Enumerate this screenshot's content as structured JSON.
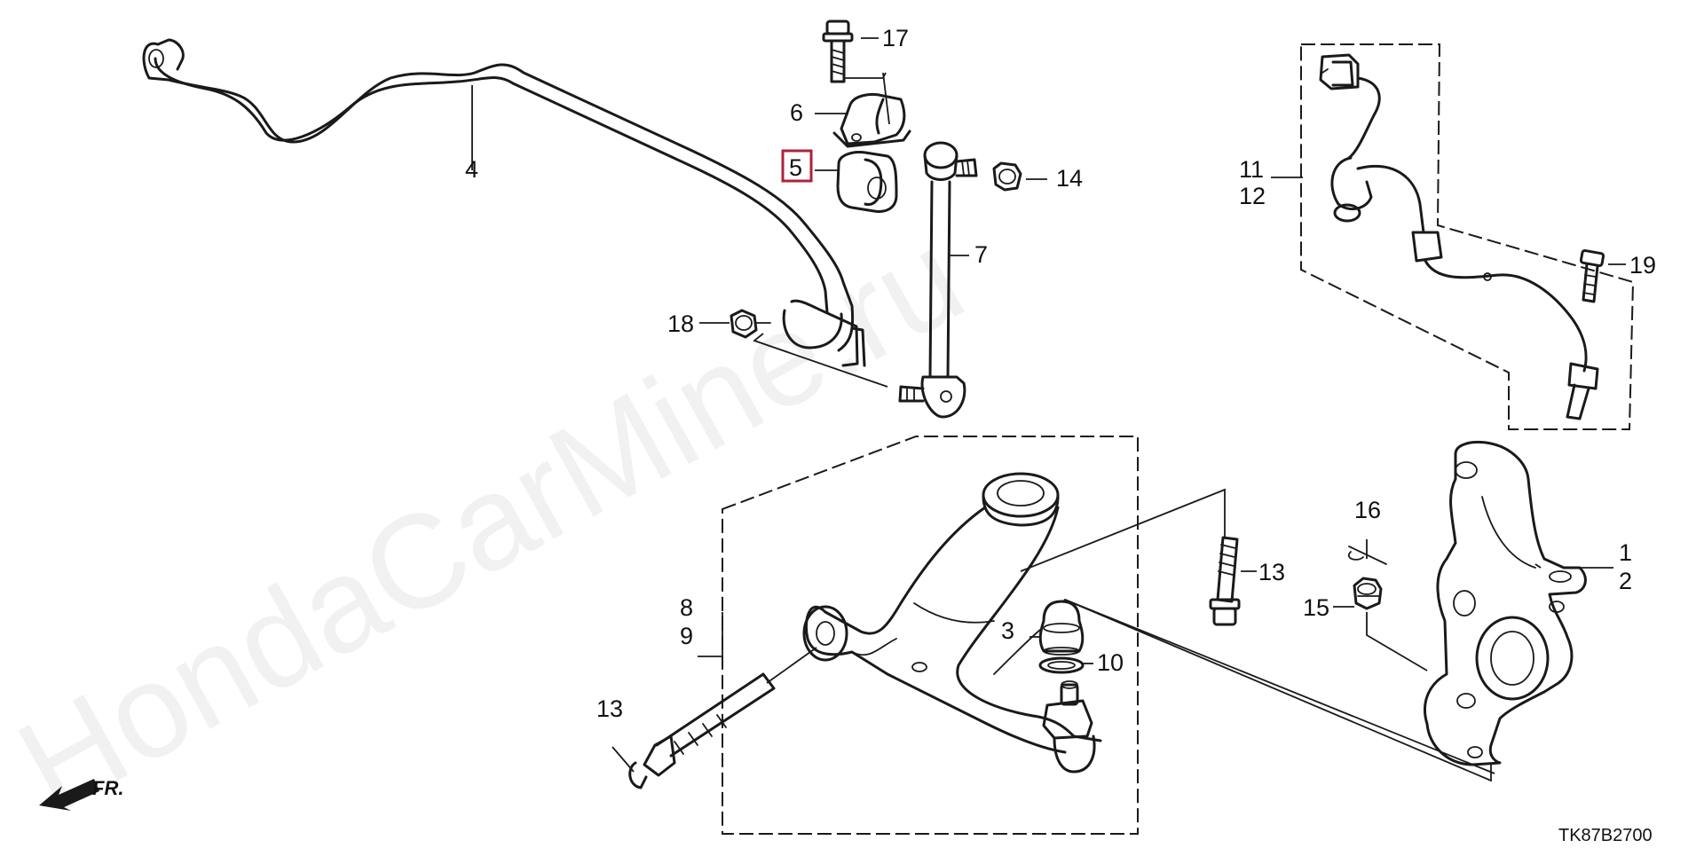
{
  "watermark": "HondaCarMine.ru",
  "diagram_code": "TK87B2700",
  "front_label": "FR.",
  "highlight_color": "#b0223a",
  "callouts": {
    "c1": "1",
    "c2": "2",
    "c3": "3",
    "c4": "4",
    "c5": "5",
    "c6": "6",
    "c7": "7",
    "c8": "8",
    "c9": "9",
    "c10": "10",
    "c11": "11",
    "c12": "12",
    "c13a": "13",
    "c13b": "13",
    "c14": "14",
    "c15": "15",
    "c16": "16",
    "c17": "17",
    "c18": "18",
    "c19": "19"
  },
  "icons": {
    "stabilizer": "stabilizer-bar-icon",
    "link": "stabilizer-link-icon",
    "arm": "lower-arm-icon",
    "knuckle": "knuckle-icon",
    "sensor": "wheel-speed-sensor-icon",
    "arrow": "front-arrow-icon"
  }
}
